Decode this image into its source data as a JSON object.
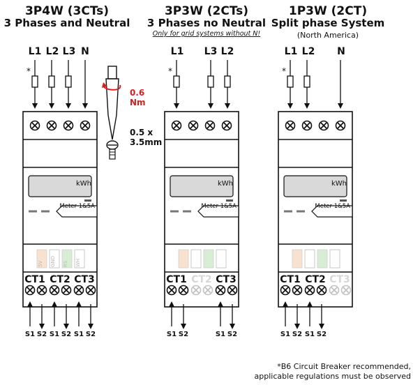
{
  "panels": [
    {
      "title": "3P4W (3CTs)",
      "subtitle": "3 Phases and Neutral",
      "note": "",
      "lines": [
        "L1",
        "L2",
        "L3",
        "N"
      ],
      "ct_labels": [
        "CT1",
        "CT2",
        "CT3"
      ],
      "ct_active": [
        true,
        true,
        true
      ],
      "s_labels": [
        "S1",
        "S2",
        "S1",
        "S2",
        "S1",
        "S2"
      ]
    },
    {
      "title": "3P3W (2CTs)",
      "subtitle": "3 Phases no Neutral",
      "note": "Only for grid systems without N!",
      "lines": [
        "L1",
        "L3",
        "L2"
      ],
      "ct_labels": [
        "CT1",
        "CT2",
        "CT3"
      ],
      "ct_active": [
        true,
        false,
        true
      ],
      "s_labels": [
        "S1",
        "S2",
        "S1",
        "S2"
      ]
    },
    {
      "title": "1P3W (2CT)",
      "subtitle": "Split phase System",
      "note": "(North America)",
      "lines": [
        "L1",
        "L2",
        "N"
      ],
      "ct_labels": [
        "CT1",
        "CT2",
        "CT3"
      ],
      "ct_active": [
        true,
        true,
        false
      ],
      "s_labels": [
        "S1",
        "S2",
        "S1",
        "S2"
      ]
    }
  ],
  "meter": {
    "display_unit": "kWh",
    "model_label": "Meter 1&5A",
    "terminal_labels": [
      "5V",
      "GND",
      "RS",
      "WH"
    ]
  },
  "breaker_mark": "*",
  "screwdriver": {
    "torque": "0.6",
    "torque_unit": "Nm",
    "size_line1": "0.5 x",
    "size_line2": "3.5mm"
  },
  "footnote": {
    "line1": "*B6 Circuit Breaker recommended,",
    "line2": "applicable regulations must be observed"
  },
  "colors": {
    "ink": "#111111",
    "torque_red": "#d42020",
    "display_grey": "#d9d9d9",
    "faded": "#d7d7d7",
    "terminal_5v": "#f5c9a8",
    "terminal_rs": "#b7dfb2"
  }
}
